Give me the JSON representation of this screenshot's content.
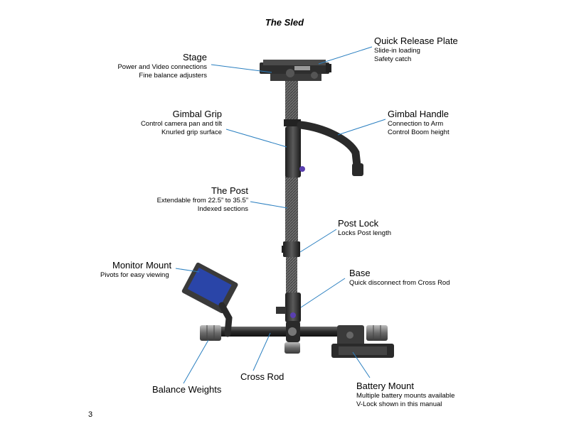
{
  "page": {
    "title": "The Sled",
    "page_number": "3"
  },
  "labels": {
    "stage": {
      "heading": "Stage",
      "lines": [
        "Power and Video connections",
        "Fine balance adjusters"
      ]
    },
    "quick_release_plate": {
      "heading": "Quick Release Plate",
      "lines": [
        "Slide-in loading",
        "Safety catch"
      ]
    },
    "gimbal_grip": {
      "heading": "Gimbal Grip",
      "lines": [
        "Control camera pan and tilt",
        "Knurled grip surface"
      ]
    },
    "gimbal_handle": {
      "heading": "Gimbal Handle",
      "lines": [
        "Connection to Arm",
        "Control Boom height"
      ]
    },
    "the_post": {
      "heading": "The Post",
      "lines": [
        "Extendable from 22.5” to 35.5”",
        "Indexed sections"
      ]
    },
    "post_lock": {
      "heading": "Post Lock",
      "lines": [
        "Locks Post length"
      ]
    },
    "monitor_mount": {
      "heading": "Monitor Mount",
      "lines": [
        "Pivots for easy viewing"
      ]
    },
    "base": {
      "heading": "Base",
      "lines": [
        "Quick disconnect from Cross Rod"
      ]
    },
    "cross_rod": {
      "heading": "Cross Rod",
      "lines": []
    },
    "balance_weights": {
      "heading": "Balance Weights",
      "lines": []
    },
    "battery_mount": {
      "heading": "Battery Mount",
      "lines": [
        "Multiple battery mounts available",
        "V-Lock shown in this manual"
      ]
    }
  },
  "colors": {
    "leader_line": "#2a7fc0",
    "metal_dark": "#2b2b2b",
    "metal_mid": "#555555",
    "metal_light": "#9a9a9a",
    "monitor_screen": "#2a45a8",
    "accent_purple": "#5a3fb0"
  }
}
